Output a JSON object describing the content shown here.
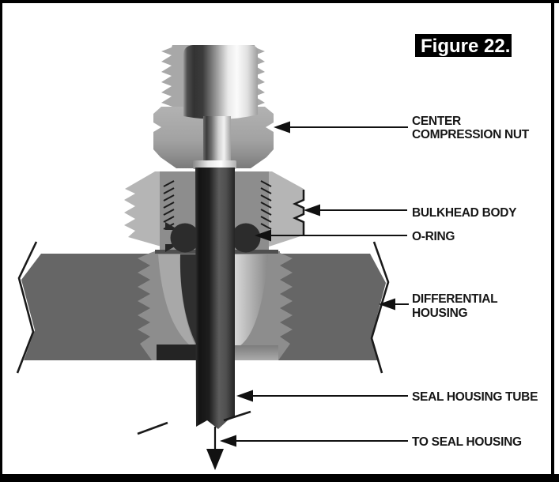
{
  "figure_label": {
    "text": "Figure 22."
  },
  "callouts": {
    "center_compression_nut": {
      "line1": "CENTER",
      "line2": "COMPRESSION NUT"
    },
    "bulkhead_body": {
      "line1": "BULKHEAD BODY"
    },
    "o_ring": {
      "line1": "O-RING"
    },
    "differential_housing": {
      "line1": "DIFFERENTIAL",
      "line2": "HOUSING"
    },
    "seal_housing_tube": {
      "line1": "SEAL HOUSING TUBE"
    },
    "to_seal_housing": {
      "line1": "TO SEAL HOUSING"
    }
  },
  "colors": {
    "background": "#ffffff",
    "frame": "#000000",
    "figure_box_bg": "#000000",
    "figure_box_text": "#ffffff",
    "label_text": "#161616",
    "leader": "#111111",
    "housing_gray": "#666666",
    "body_outer_gray": "#b5b5b5",
    "body_inner_gray": "#8d8d8d",
    "nut_gray": "#a8a8a8",
    "o_ring_dark": "#2c2c2c",
    "cone_light": "#a8a8a8",
    "funnel_dark": "#2f2f2f"
  }
}
